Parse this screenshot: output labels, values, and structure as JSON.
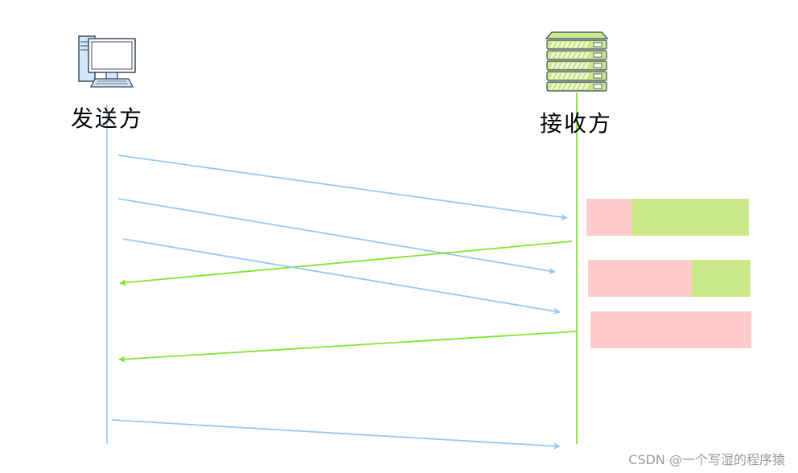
{
  "actors": {
    "sender": {
      "label": "发送方",
      "icon": "computer-icon",
      "line_color": "#99c8f3"
    },
    "receiver": {
      "label": "接收方",
      "icon": "server-icon",
      "line_color": "#80e62e"
    }
  },
  "colors": {
    "data_arrow": "#99c8f3",
    "ack_arrow": "#80e62e",
    "buffer_used": "#ffcccc",
    "buffer_free": "#cce98a",
    "server_fill": "#cce98a",
    "computer_fill": "#d4e6fb"
  },
  "messages": [
    {
      "id": "data-1",
      "direction": "to-receiver"
    },
    {
      "id": "data-2",
      "direction": "to-receiver"
    },
    {
      "id": "ack-1",
      "direction": "to-sender"
    },
    {
      "id": "data-3",
      "direction": "to-receiver"
    },
    {
      "id": "ack-2",
      "direction": "to-sender"
    },
    {
      "id": "data-4",
      "direction": "to-receiver"
    }
  ],
  "buffers": [
    {
      "id": "buffer-1",
      "used_fraction": 0.28
    },
    {
      "id": "buffer-2",
      "used_fraction": 0.64
    },
    {
      "id": "buffer-3",
      "used_fraction": 1.0
    }
  ],
  "watermark": "CSDN @一个写湿的程序猿"
}
